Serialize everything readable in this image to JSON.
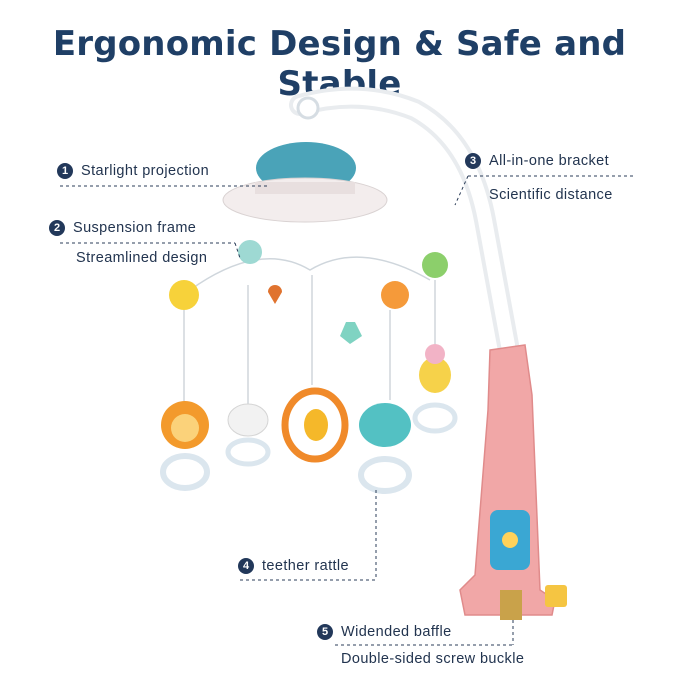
{
  "title": "Ergonomic Design & Safe and Stable",
  "features": [
    {
      "number": "1",
      "label": "Starlight projection"
    },
    {
      "number": "2",
      "label": "Suspension frame",
      "sublabel": "Streamlined design"
    },
    {
      "number": "3",
      "label": "All-in-one bracket",
      "sublabel": "Scientific distance"
    },
    {
      "number": "4",
      "label": "teether rattle"
    },
    {
      "number": "5",
      "label": "Widended baffle",
      "sublabel": "Double-sided screw buckle"
    }
  ]
}
